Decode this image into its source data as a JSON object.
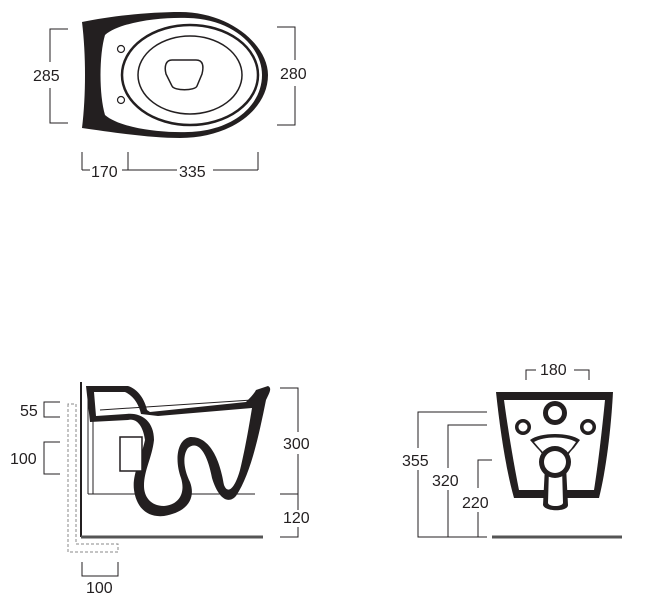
{
  "top_view": {
    "depth_label": "285",
    "width_label": "280",
    "rear_label": "170",
    "length_label": "335"
  },
  "side_view": {
    "top_offset_label": "55",
    "bracket_label": "100",
    "height_label": "300",
    "floor_label": "120",
    "base_label": "100"
  },
  "rear_view": {
    "width_label": "180",
    "height_outer_label": "355",
    "height_mid_label": "320",
    "height_inner_label": "220"
  }
}
